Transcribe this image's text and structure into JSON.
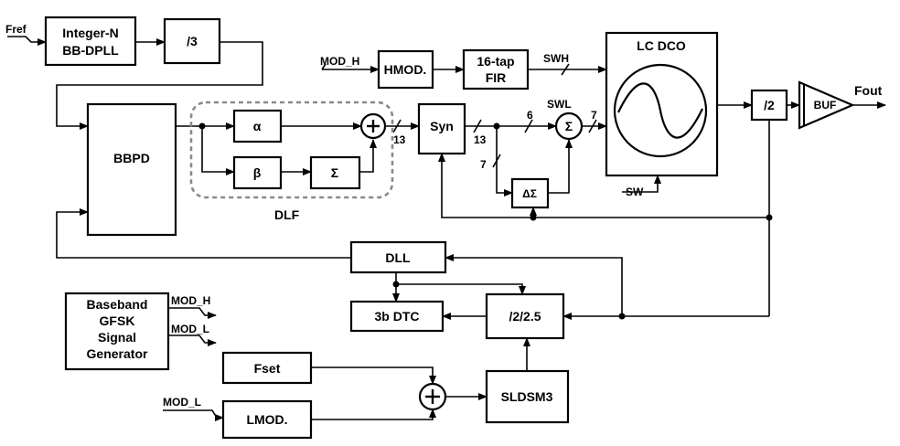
{
  "blocks": {
    "dpll": [
      "Integer-N",
      "BB-DPLL"
    ],
    "div3": "/3",
    "bbpd": "BBPD",
    "alpha": "α",
    "beta": "β",
    "sigma": "Σ",
    "dlf": "DLF",
    "syn": "Syn",
    "hmod": "HMOD.",
    "fir": [
      "16-tap",
      "FIR"
    ],
    "dco": "LC DCO",
    "delta_sigma": "ΔΣ",
    "div2": "/2",
    "buf": "BUF",
    "dll": "DLL",
    "dtc": "3b DTC",
    "div225": "/2/2.5",
    "gen": [
      "Baseband",
      "GFSK",
      "Signal",
      "Generator"
    ],
    "fset": "Fset",
    "lmod": "LMOD.",
    "sldsm": "SLDSM3"
  },
  "signals": {
    "fref": "Fref",
    "fout": "Fout",
    "mod_h": "MOD_H",
    "mod_l": "MOD_L",
    "swh": "SWH",
    "swl": "SWL",
    "sw": "SW",
    "bits13a": "13",
    "bits13b": "13",
    "bits7a": "7",
    "bits7b": "7",
    "bits6": "6"
  },
  "symbols": {
    "sum": "Σ"
  }
}
